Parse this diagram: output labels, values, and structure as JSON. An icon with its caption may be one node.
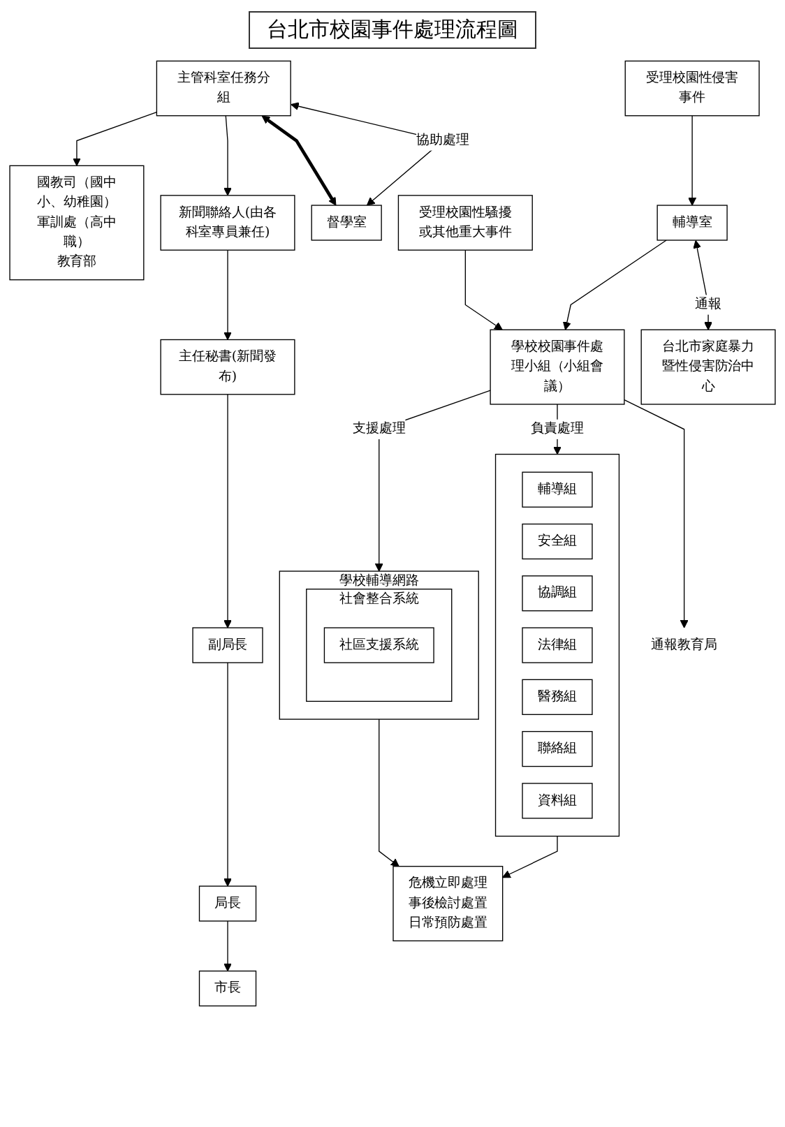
{
  "diagram": {
    "title": "台北市校園事件處理流程圖",
    "nodes": [
      {
        "text": [
          "國教司（國中小、幼稚園）",
          "軍訓處（高中職）",
          "教育部"
        ]
      },
      {
        "text": [
          "市長"
        ]
      },
      {
        "text": [
          "局長"
        ]
      },
      {
        "text": [
          "副局長"
        ]
      },
      {
        "text": [
          "新聞聯絡人(由各科室專員兼任)"
        ]
      },
      {
        "text": [
          "主任秘書(新聞發布)"
        ]
      },
      {
        "text": [
          "主管科室任務分組"
        ]
      },
      {
        "text": [
          "督學室"
        ]
      },
      {
        "text": [
          "通報教育局"
        ]
      },
      {
        "text": [
          "學校校園事件處理小組（小組會議）"
        ]
      },
      {
        "text": [
          "受理校園性騷擾或其他重大事件"
        ]
      },
      {
        "text": [
          "輔導室"
        ]
      },
      {
        "text": [
          "受理校園性侵害事件"
        ]
      },
      {
        "text": [
          "台北市家庭暴力暨性侵害防治中心"
        ]
      },
      {
        "text": [
          "學校輔導網路"
        ]
      },
      {
        "text": [
          "社會整合系統"
        ],
        "in": 14
      },
      {
        "text": [
          "社區支援系統"
        ],
        "in": 15
      },
      {
        "text": [],
        "shape": "box"
      },
      {
        "text": [
          "輔導組"
        ],
        "in": 17
      },
      {
        "text": [
          "安全組"
        ],
        "in": 17
      },
      {
        "text": [
          "協調組"
        ],
        "in": 17
      },
      {
        "text": [
          "法律組"
        ],
        "in": 17
      },
      {
        "text": [
          "醫務組"
        ],
        "in": 17
      },
      {
        "text": [
          "聯絡組"
        ],
        "in": 17
      },
      {
        "text": [
          "資料組"
        ],
        "in": 17
      },
      {
        "text": [
          "危機立即處理",
          "事後檢討處置",
          "日常預防處置"
        ]
      }
    ],
    "edges": [
      {
        "from": 2,
        "to": 1,
        "arrow": "to"
      },
      {
        "from": 3,
        "to": 2,
        "arrow": "to"
      },
      {
        "from": 5,
        "to": 3,
        "arrow": "to"
      },
      {
        "from": 4,
        "to": 5,
        "arrow": "to"
      },
      {
        "from": 6,
        "to": 4,
        "arrow": "to"
      },
      {
        "from": 6,
        "to": 0,
        "arrow": "to"
      },
      {
        "from": 6,
        "to": 7,
        "arrow": "both",
        "style": "thick"
      },
      {
        "from": 6,
        "to": 7,
        "arrow": "both",
        "label": "協助處理"
      },
      {
        "from": 9,
        "to": 8,
        "arrow": "to"
      },
      {
        "from": 10,
        "to": 9,
        "arrow": "to"
      },
      {
        "from": 12,
        "to": 11,
        "arrow": "to"
      },
      {
        "from": 11,
        "to": 9,
        "arrow": "to"
      },
      {
        "from": 11,
        "to": 13,
        "arrow": "both",
        "label": "通報"
      },
      {
        "from": 9,
        "to": 14,
        "arrow": "to",
        "label": "支援處理"
      },
      {
        "from": 9,
        "to": 17,
        "arrow": "to",
        "label": "負責處理"
      },
      {
        "from": 14,
        "to": 25,
        "arrow": "to"
      },
      {
        "from": 17,
        "to": 25,
        "arrow": "to"
      }
    ]
  }
}
